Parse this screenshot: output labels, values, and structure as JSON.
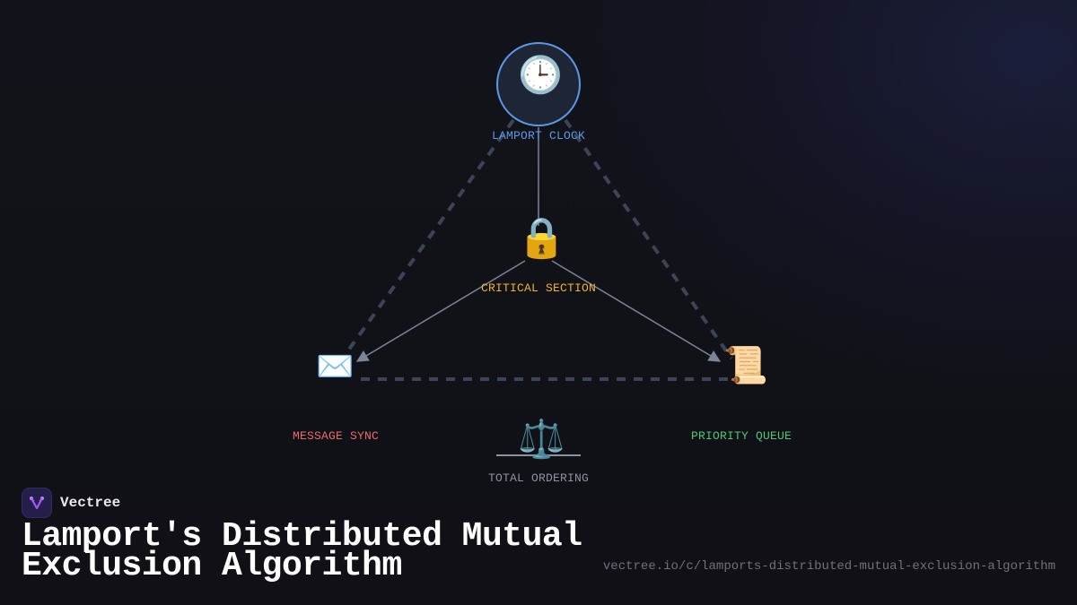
{
  "diagram": {
    "nodes": [
      {
        "id": "lamport-clock",
        "label": "LAMPORT CLOCK",
        "icon": "clock-icon",
        "glyph": "🕒",
        "color": "#5b9ae8"
      },
      {
        "id": "critical-section",
        "label": "CRITICAL SECTION",
        "icon": "lock-icon",
        "glyph": "🔒",
        "color": "#f0b429"
      },
      {
        "id": "message-sync",
        "label": "MESSAGE SYNC",
        "icon": "envelope-icon",
        "glyph": "✉️",
        "color": "#e86b6b"
      },
      {
        "id": "priority-queue",
        "label": "PRIORITY QUEUE",
        "icon": "scroll-icon",
        "glyph": "📜",
        "color": "#4cc774"
      },
      {
        "id": "total-ordering",
        "label": "TOTAL ORDERING",
        "icon": "scales-icon",
        "glyph": "⚖️",
        "color": "#8a93a3"
      }
    ],
    "edges": [
      {
        "from": "lamport-clock",
        "to": "critical-section",
        "style": "solid"
      },
      {
        "from": "critical-section",
        "to": "message-sync",
        "style": "solid-arrow"
      },
      {
        "from": "critical-section",
        "to": "priority-queue",
        "style": "solid-arrow"
      },
      {
        "from": "lamport-clock",
        "to": "message-sync",
        "style": "dashed"
      },
      {
        "from": "lamport-clock",
        "to": "priority-queue",
        "style": "dashed"
      },
      {
        "from": "message-sync",
        "to": "priority-queue",
        "style": "dashed"
      }
    ],
    "colors": {
      "solid_edge": "#7a8599",
      "dashed_edge": "#3a4658"
    }
  },
  "brand": {
    "name": "Vectree",
    "logo_icon": "vectree-logo-icon",
    "accent": "#a855f7"
  },
  "title": {
    "line1": "Lamport's Distributed Mutual",
    "line2": "Exclusion Algorithm"
  },
  "url": "vectree.io/c/lamports-distributed-mutual-exclusion-algorithm"
}
